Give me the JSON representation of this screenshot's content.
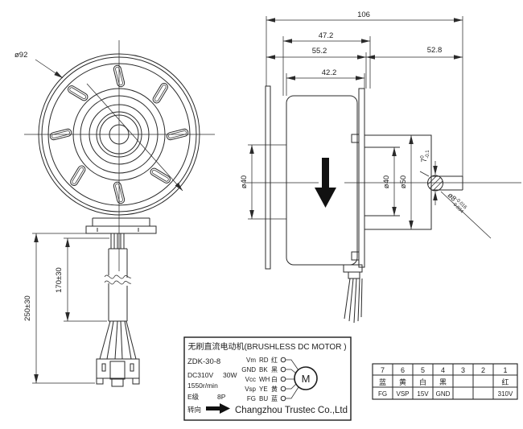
{
  "drawing": {
    "front_view": {
      "outer_diameter": "ø92",
      "cable_length_total": "250±30",
      "cable_length_sleeve": "170±30"
    },
    "side_view": {
      "overall_length": "106",
      "front_length": "47.2",
      "body_length": "55.2",
      "rear_length": "52.8",
      "bell_length": "42.2",
      "hub_diameter": "ø40",
      "boss_diameter": "ø40",
      "flange_diameter": "ø50",
      "shaft_flat": {
        "value": "7",
        "tol_upper": "0",
        "tol_lower": "-0.1"
      },
      "shaft_diameter": {
        "value": "ø8",
        "tol_upper": "-0.016",
        "tol_lower": "-0.034"
      }
    }
  },
  "nameplate": {
    "title": "无刷直流电动机(BRUSHLESS DC MOTOR )",
    "model": "ZDK-30-8",
    "voltage": "DC310V",
    "power": "30W",
    "speed": "1550r/min",
    "insulation_class": "E级",
    "poles": "8P",
    "wires": [
      {
        "signal": "Vm",
        "code": "RD",
        "color": "红"
      },
      {
        "signal": "GND",
        "code": "BK",
        "color": "黑"
      },
      {
        "signal": "Vcc",
        "code": "WH",
        "color": "白"
      },
      {
        "signal": "Vsp",
        "code": "YE",
        "color": "黄"
      },
      {
        "signal": "FG",
        "code": "BU",
        "color": "蓝"
      }
    ],
    "motor_symbol": "M",
    "direction_label": "转向",
    "company": "Changzhou Trustec Co.,Ltd"
  },
  "pin_table": {
    "pins": [
      "7",
      "6",
      "5",
      "4",
      "3",
      "2",
      "1"
    ],
    "colors": [
      "蓝",
      "黄",
      "白",
      "黑",
      "",
      "",
      "红"
    ],
    "signals": [
      "FG",
      "VSP",
      "15V",
      "GND",
      "",
      "",
      "310V"
    ]
  }
}
